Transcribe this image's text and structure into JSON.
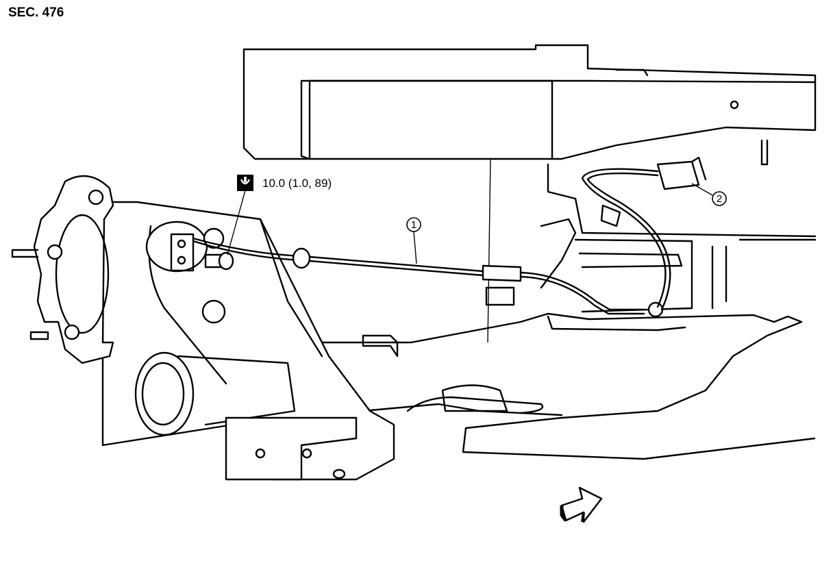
{
  "section": "SEC. 476",
  "torque_spec": "10.0 (1.0, 89)",
  "callouts": [
    {
      "id": "1",
      "label": "1"
    },
    {
      "id": "2",
      "label": "2"
    }
  ],
  "icons": {
    "torque": "torque-wrench-icon",
    "direction": "front-direction-arrow-icon"
  },
  "colors": {
    "line": "#000000",
    "background": "#ffffff"
  }
}
